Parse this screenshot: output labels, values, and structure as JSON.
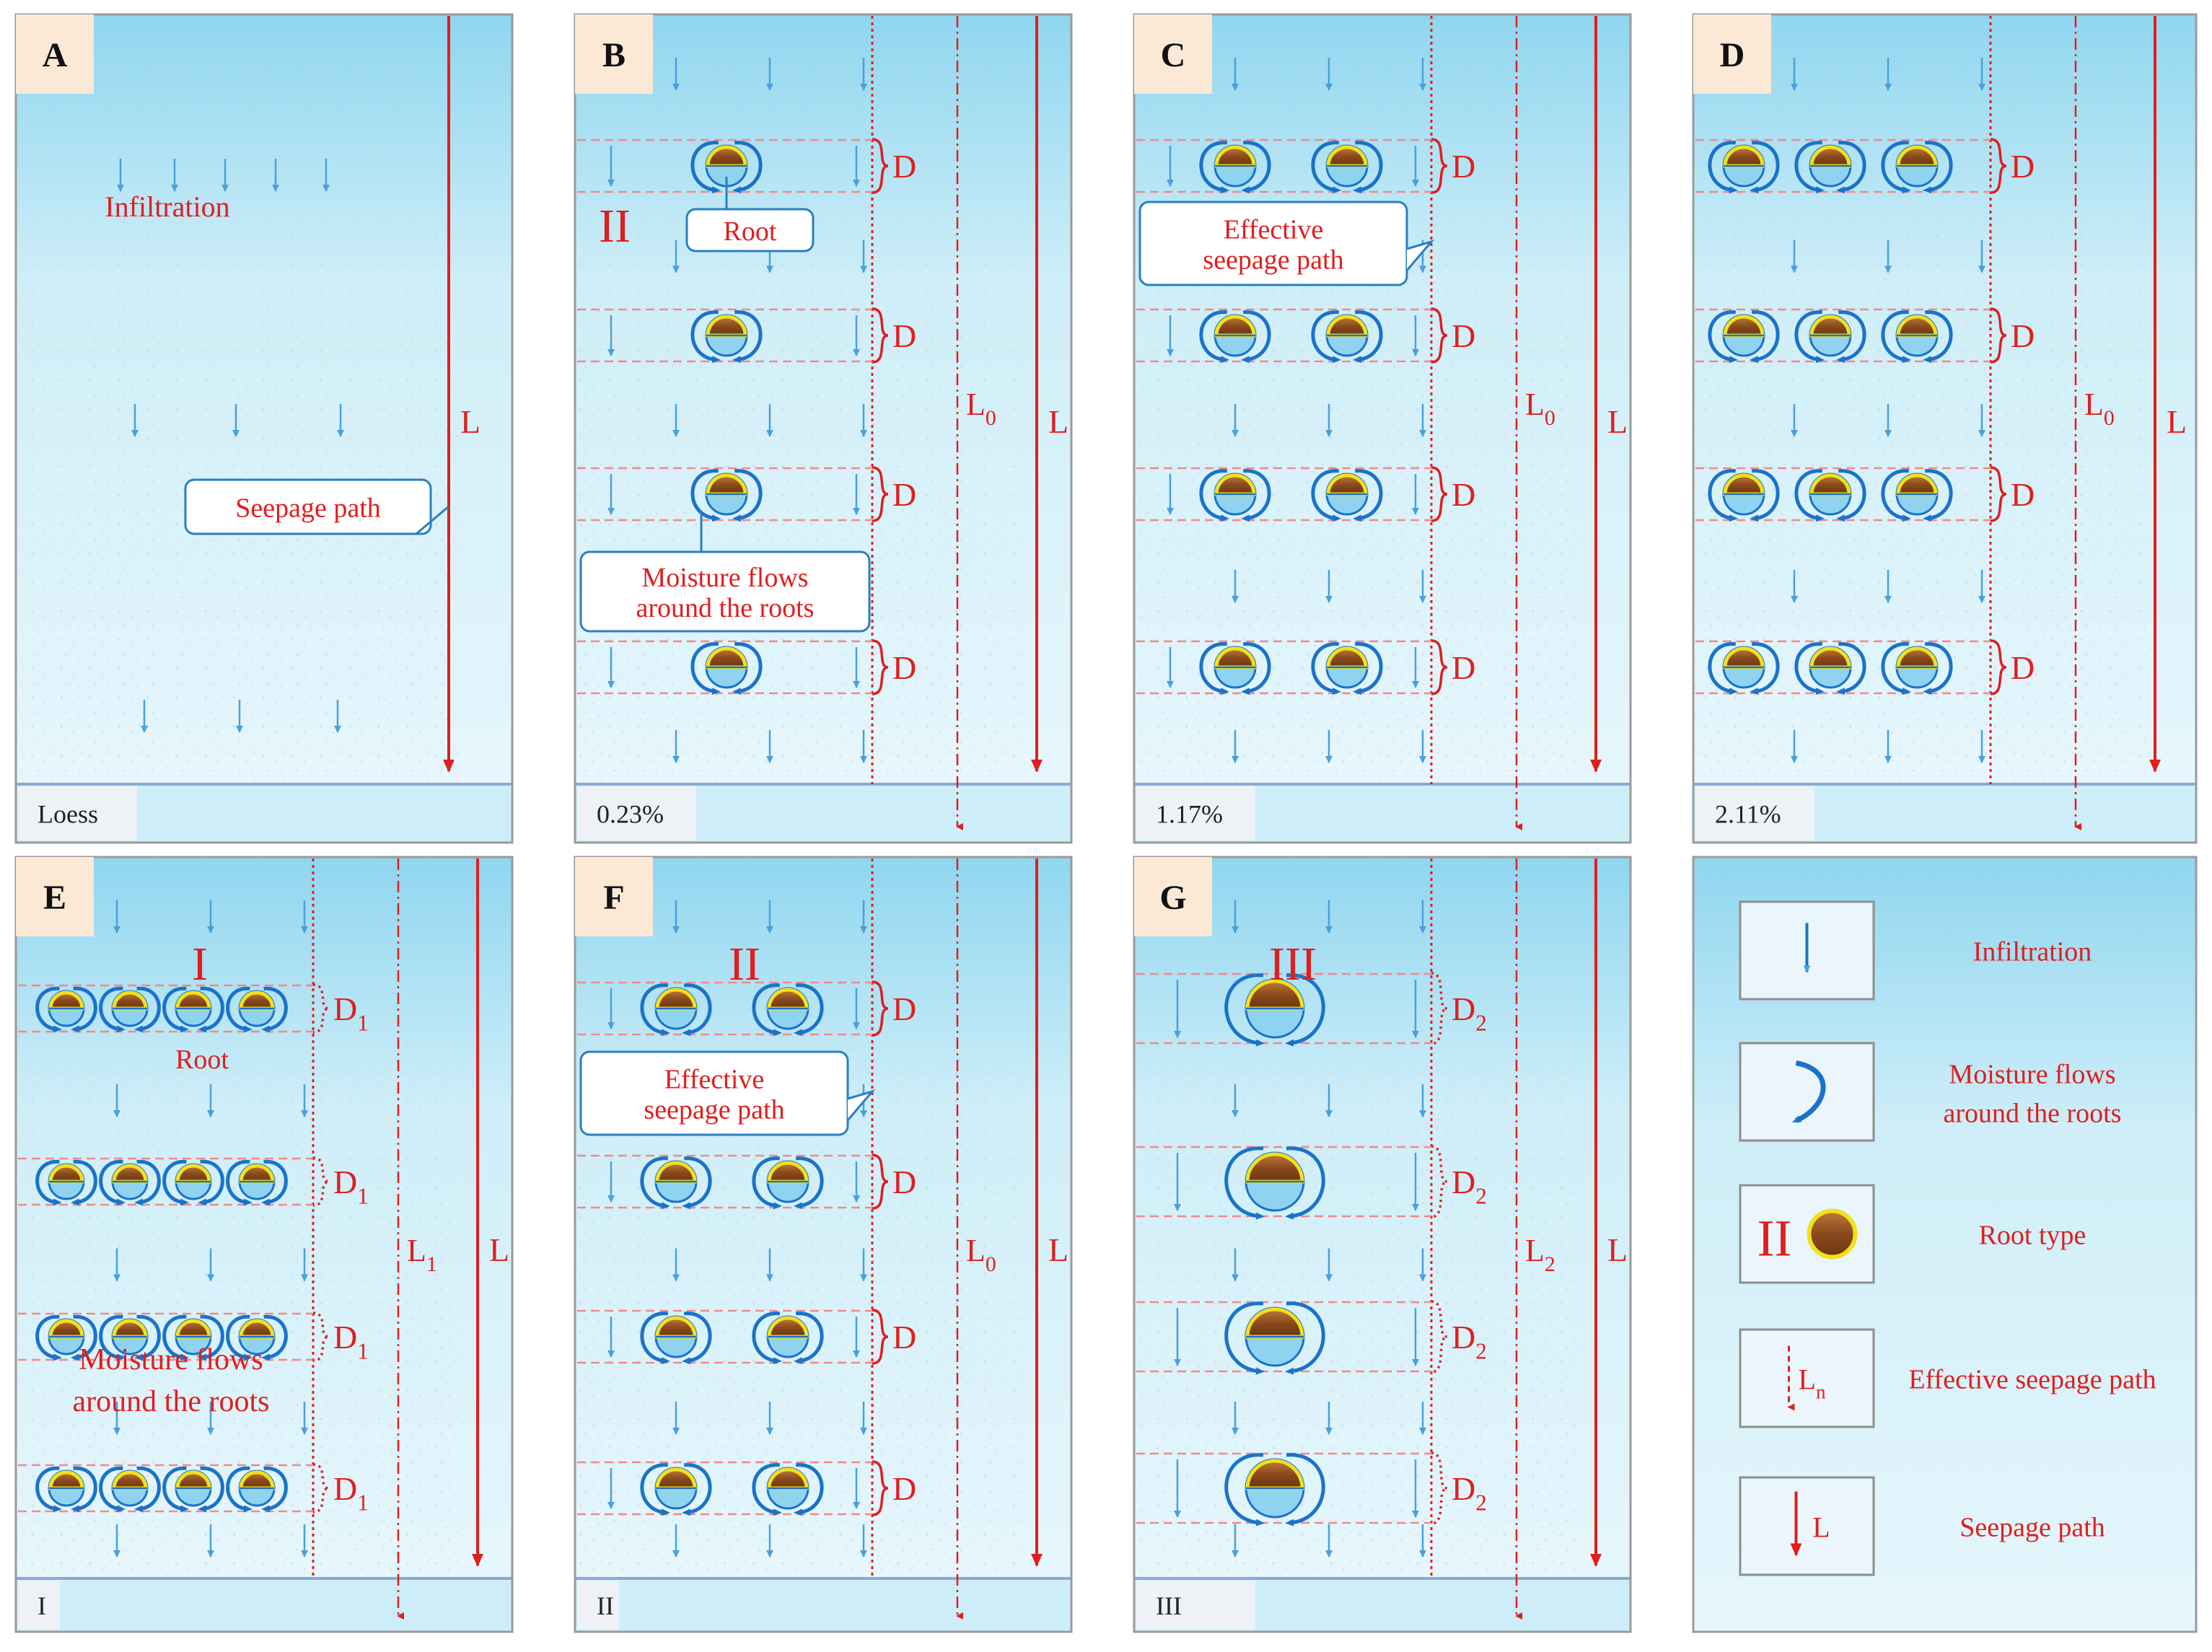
{
  "colors": {
    "sky_top": "#8fd6ef",
    "sky_bottom": "#e6f6fc",
    "soil": "#f3f5f5",
    "soil_speck": "#c9d0d4",
    "water": "#cdeef9",
    "bedrock_line": "#8aa9d8",
    "panel_border": "#9a9a9a",
    "label_bg": "#fbe9d6",
    "footer_bg": "#eef1f6",
    "red": "#e01e1e",
    "blue_arrow": "#4aa0dc",
    "blue_flow": "#1a73c9",
    "root_yellow": "#f1e11b",
    "root_brown": "#8b4a1c",
    "root_blue": "#8fd3f0",
    "callout_border": "#2a7fc0"
  },
  "panels": [
    {
      "letter": "A",
      "footer": "Loess",
      "root_count": 0,
      "rows": 0,
      "root_class": "",
      "d_label": "",
      "d_sub": "",
      "l_label": "L",
      "l_sub": "",
      "ln_label": "",
      "ln_sub": "",
      "has_L0": false,
      "texts": {
        "infiltration": "Infiltration"
      },
      "callouts": [
        {
          "key": "seepage",
          "lines": [
            "Seepage path"
          ]
        }
      ]
    },
    {
      "letter": "B",
      "footer": "0.23%",
      "root_count": 1,
      "rows": 4,
      "root_class": "II",
      "d_label": "D",
      "d_sub": "",
      "l_label": "L",
      "l_sub": "",
      "ln_label": "L",
      "ln_sub": "0",
      "has_L0": true,
      "callouts": [
        {
          "key": "root",
          "lines": [
            "Root"
          ]
        },
        {
          "key": "moisture",
          "lines": [
            "Moisture flows",
            "around the roots"
          ]
        }
      ]
    },
    {
      "letter": "C",
      "footer": "1.17%",
      "root_count": 2,
      "rows": 4,
      "root_class": "",
      "d_label": "D",
      "d_sub": "",
      "l_label": "L",
      "l_sub": "",
      "ln_label": "L",
      "ln_sub": "0",
      "has_L0": true,
      "callouts": [
        {
          "key": "effective",
          "lines": [
            "Effective",
            "seepage path"
          ]
        }
      ]
    },
    {
      "letter": "D",
      "footer": "2.11%",
      "root_count": 3,
      "rows": 4,
      "root_class": "",
      "d_label": "D",
      "d_sub": "",
      "l_label": "L",
      "l_sub": "",
      "ln_label": "L",
      "ln_sub": "0",
      "has_L0": true,
      "callouts": []
    },
    {
      "letter": "E",
      "footer": "I",
      "root_count": 4,
      "rows": 4,
      "root_class": "I",
      "d_label": "D",
      "d_sub": "1",
      "l_label": "L",
      "l_sub": "",
      "ln_label": "L",
      "ln_sub": "1",
      "has_L0": true,
      "texts": {
        "root": "Root",
        "moisture1": "Moisture flows",
        "moisture2": "around the roots"
      },
      "callouts": []
    },
    {
      "letter": "F",
      "footer": "II",
      "root_count": 2,
      "rows": 4,
      "root_class": "II",
      "d_label": "D",
      "d_sub": "",
      "l_label": "L",
      "l_sub": "",
      "ln_label": "L",
      "ln_sub": "0",
      "has_L0": true,
      "callouts": [
        {
          "key": "effective",
          "lines": [
            "Effective",
            "seepage path"
          ]
        }
      ]
    },
    {
      "letter": "G",
      "footer": "III",
      "root_count": 1,
      "rows": 4,
      "root_class": "III",
      "d_label": "D",
      "d_sub": "2",
      "l_label": "L",
      "l_sub": "",
      "ln_label": "L",
      "ln_sub": "2",
      "has_L0": true,
      "callouts": []
    }
  ],
  "legend": {
    "items": [
      {
        "icon": "infiltration",
        "label": "Infiltration"
      },
      {
        "icon": "moisture",
        "label": "Moisture flows\naround the roots"
      },
      {
        "icon": "root-type",
        "label": "Root type",
        "symbol": "II"
      },
      {
        "icon": "effective",
        "label": "Effective seepage path",
        "symbol": "L",
        "symbol_sub": "n"
      },
      {
        "icon": "seepage",
        "label": "Seepage path",
        "symbol": "L"
      }
    ]
  }
}
